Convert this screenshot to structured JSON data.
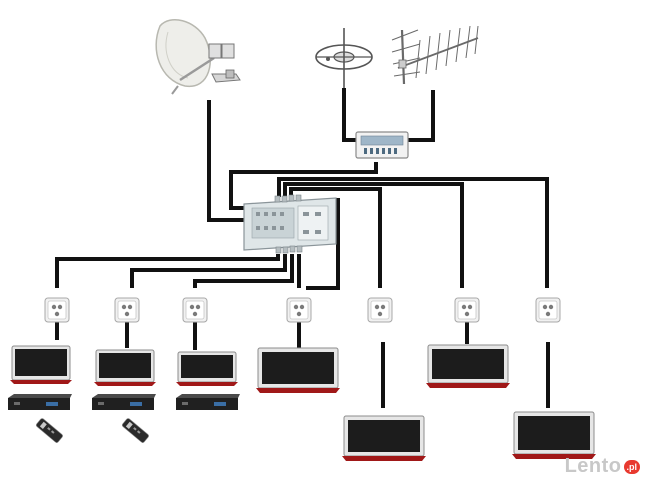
{
  "diagram": {
    "components": {
      "satellite_dish": "satellite-dish",
      "dvbt_antenna_round": "round-tv-antenna",
      "dvbt_antenna_yagi": "yagi-tv-antenna",
      "terrestrial_amplifier": "antenna-amplifier",
      "multiswitch": "multiswitch",
      "wall_sockets": [
        "wall-socket",
        "wall-socket",
        "wall-socket",
        "wall-socket",
        "wall-socket",
        "wall-socket",
        "wall-socket"
      ],
      "televisions": [
        "tv",
        "tv",
        "tv",
        "tv",
        "tv",
        "tv",
        "tv"
      ],
      "receivers": [
        "set-top-box",
        "set-top-box",
        "set-top-box"
      ],
      "remotes": [
        "remote-control",
        "remote-control"
      ]
    },
    "colors": {
      "cable": "#111111",
      "device_body": "#f2f2f2",
      "device_outline": "#9a9a9a",
      "tv_screen": "#1c1c1c",
      "tv_frame": "#e6e6e6",
      "tv_stand_accent": "#a01818",
      "receiver_body": "#202020",
      "multiswitch_body": "#dfe6e8"
    }
  },
  "watermark": {
    "text": "Lento",
    "badge": ".pl"
  }
}
